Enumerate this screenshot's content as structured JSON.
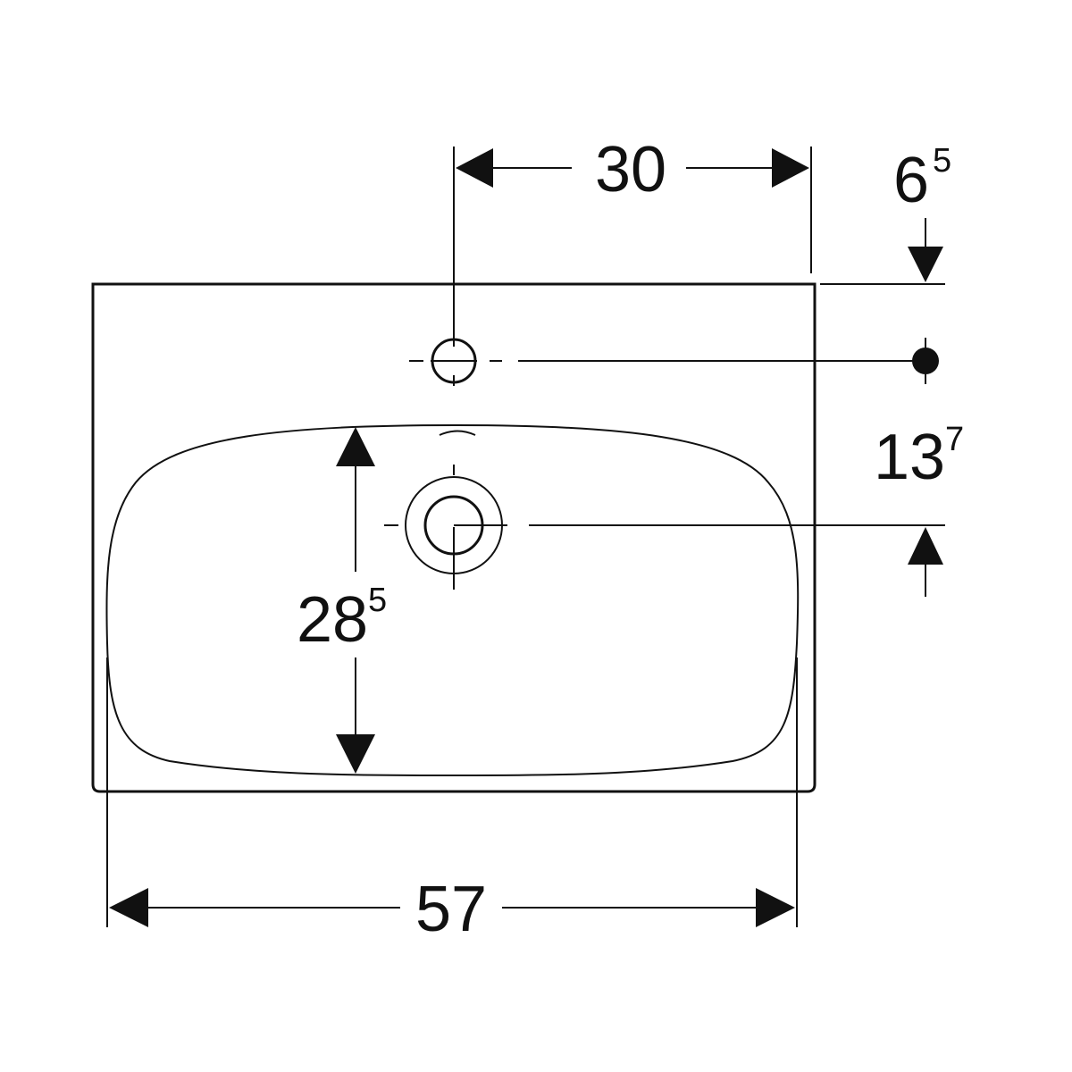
{
  "dimensions": {
    "tap_hole_offset": {
      "main": "30",
      "sup": ""
    },
    "tap_hole_depth": {
      "main": "6",
      "sup": "5"
    },
    "tap_to_drain": {
      "main": "13",
      "sup": "7"
    },
    "bowl_depth": {
      "main": "28",
      "sup": "5"
    },
    "overall_width": {
      "main": "57",
      "sup": ""
    }
  },
  "colors": {
    "line": "#111111",
    "background": "#ffffff"
  }
}
